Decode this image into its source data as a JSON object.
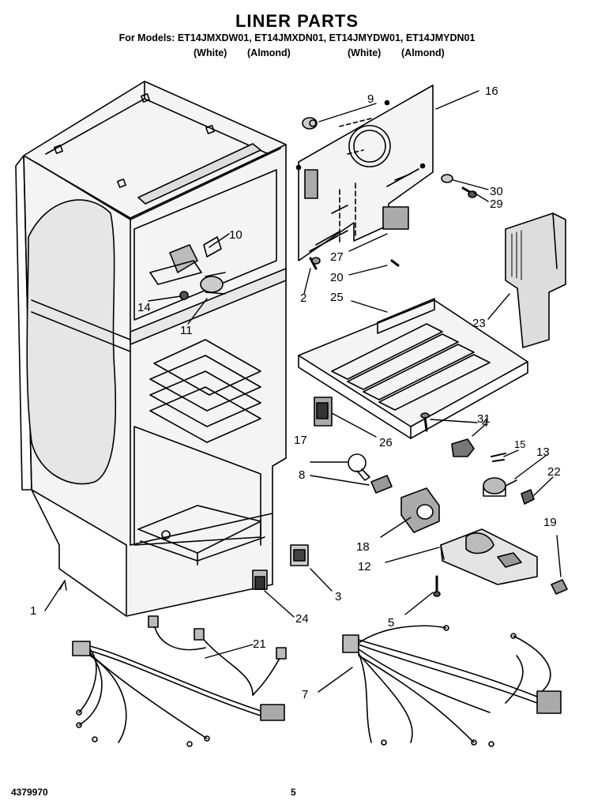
{
  "title": "LINER PARTS",
  "models_line": "For Models: ET14JMXDW01, ET14JMXDN01, ET14JMYDW01, ET14JMYDN01",
  "variants": [
    "(White)",
    "(Almond)",
    "(White)",
    "(Almond)"
  ],
  "footer": {
    "doc_number": "4379970",
    "page": "5"
  },
  "part_labels": {
    "p1": "1",
    "p2": "2",
    "p3": "3",
    "p4": "4",
    "p5": "5",
    "p7": "7",
    "p8": "8",
    "p9": "9",
    "p10": "10",
    "p11": "11",
    "p12": "12",
    "p13": "13",
    "p14": "14",
    "p15": "15",
    "p16": "16",
    "p17": "17",
    "p18": "18",
    "p19": "19",
    "p20": "20",
    "p21": "21",
    "p22": "22",
    "p23": "23",
    "p24": "24",
    "p25": "25",
    "p26": "26",
    "p27": "27",
    "p29": "29",
    "p30": "30",
    "p31": "31"
  }
}
